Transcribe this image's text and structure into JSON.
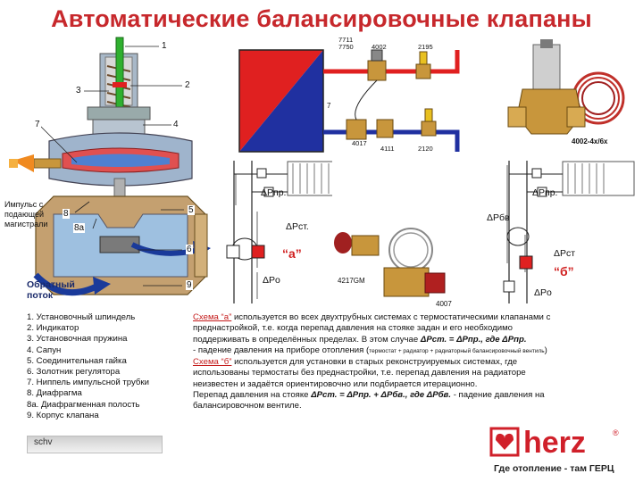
{
  "title": "Автоматические балансировочные клапаны",
  "valve_callouts": [
    "1",
    "2",
    "3",
    "7",
    "4",
    "8",
    "8а",
    "5",
    "6",
    "9"
  ],
  "impulse_label": [
    "Импульс с",
    "подающей",
    "магистрали"
  ],
  "return_label": [
    "Обратный",
    "поток"
  ],
  "legend": [
    "1.  Установочный шпиндель",
    "2.  Индикатор",
    "3.  Установочная пружина",
    "4.  Сапун",
    "5.  Соединительная гайка",
    "6.  Золотник регулятора",
    "7.  Ниппель импульсной трубки",
    "8.  Диафрагма",
    "8а. Диафрагменная полость",
    "9.   Корпус клапана"
  ],
  "part_codes": {
    "c7711": "7711",
    "c7750": "7750",
    "c4002": "4002",
    "c2195": "2195",
    "c7": "7",
    "c4017": "4017",
    "c4111": "4111",
    "c2120": "2120",
    "c4002_4x6x": "4002-4x/6x",
    "c4217gm": "4217GM",
    "c4007": "4007"
  },
  "scheme_labels": {
    "dp_pr_a": "ΔPпр.",
    "dp_st_a": "ΔPст.",
    "dp_o_a": "ΔPо",
    "dp_pr_b": "ΔPпр.",
    "dp_bv_b": "ΔPбв",
    "dp_st_b": "ΔPст",
    "dp_o_b": "ΔPо",
    "a": "“а”",
    "b": "“б”"
  },
  "description": {
    "a_title": "Схема “а”",
    "a_line1": " используется во всех двухтрубных системах с термостатическими клапанами с",
    "a_line2": "преднастройкой, т.е. когда перепад давления на стояке задан и его необходимо",
    "a_line3a": "поддерживать в определённых пределах. В этом случае ",
    "a_formula": "ΔPст. = ΔPпр., где ΔPпр.",
    "a_line4a": "- падение давления на приборе отопления (",
    "a_line4small": "термостат + радиатор + радиаторный балансировочный вентиль",
    "a_line4b": ")",
    "b_title": "Схема “б”",
    "b_line1": " используется для установки в старых реконструируемых системах, где",
    "b_line2": "использованы термостаты без преднастройки, т.е. перепад давления на радиаторе",
    "b_line3": "неизвестен и задаётся ориентировочно или подбирается итерационно.",
    "b_line4a": "Перепад давления на стояке ",
    "b_formula": "ΔPст. = ΔPпр. + ΔPбв., где ΔPбв.",
    "b_line4b": " - падение давления на",
    "b_line5": "балансировочном вентиле."
  },
  "footer": {
    "left_text": "schv",
    "brand": "herz",
    "slogan": "Где отопление - там ГЕРЦ"
  },
  "colors": {
    "title_red": "#c7282c",
    "brand_red": "#d0202a",
    "pipe_red": "#e02020",
    "pipe_blue": "#2030a0",
    "brass": "#c8963c",
    "green_spindle": "#2fb02f"
  }
}
